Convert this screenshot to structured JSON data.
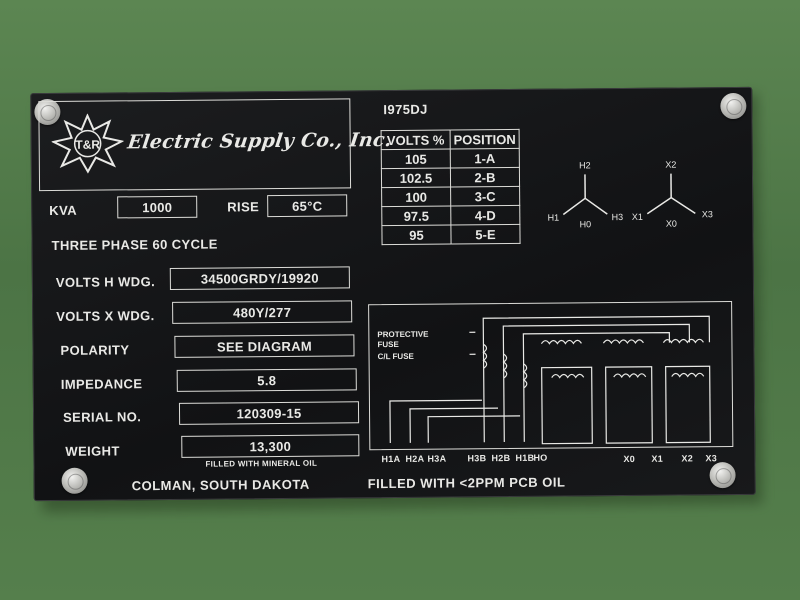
{
  "manufacturer": {
    "logo_initials": "T&R",
    "name": "Electric Supply Co., Inc."
  },
  "model_code": "I975DJ",
  "ratings": {
    "kva_label": "KVA",
    "kva_value": "1000",
    "rise_label": "RISE",
    "rise_value": "65°C",
    "phase_text": "THREE PHASE 60 CYCLE"
  },
  "fields": [
    {
      "label": "VOLTS H WDG.",
      "value": "34500GRDY/19920"
    },
    {
      "label": "VOLTS X WDG.",
      "value": "480Y/277"
    },
    {
      "label": "POLARITY",
      "value": "SEE DIAGRAM"
    },
    {
      "label": "IMPEDANCE",
      "value": "5.8"
    },
    {
      "label": "SERIAL NO.",
      "value": "120309-15"
    },
    {
      "label": "WEIGHT",
      "value": "13,300"
    }
  ],
  "weight_note": "FILLED WITH MINERAL OIL",
  "tap_table": {
    "headers": [
      "VOLTS %",
      "POSITION"
    ],
    "rows": [
      [
        "105",
        "1-A"
      ],
      [
        "102.5",
        "2-B"
      ],
      [
        "100",
        "3-C"
      ],
      [
        "97.5",
        "4-D"
      ],
      [
        "95",
        "5-E"
      ]
    ]
  },
  "vector_diagram": {
    "h_labels": [
      "H2",
      "H1",
      "H0",
      "H3"
    ],
    "x_labels": [
      "X2",
      "X1",
      "X0",
      "X3"
    ]
  },
  "wiring_diagram": {
    "protective_fuse": "PROTECTIVE",
    "fuse_word": "FUSE",
    "cl_fuse": "C/L FUSE",
    "terminals_h": [
      "H1A",
      "H2A",
      "H3A",
      "H3B",
      "H2B",
      "H1B",
      "HO"
    ],
    "terminals_x": [
      "X0",
      "X1",
      "X2",
      "X3"
    ]
  },
  "footer": {
    "location": "COLMAN, SOUTH DAKOTA",
    "pcb_note": "FILLED WITH <2PPM PCB OIL"
  },
  "colors": {
    "plate": "#131416",
    "engraving": "#e9e9e6",
    "background_paint": "#4f7848"
  }
}
